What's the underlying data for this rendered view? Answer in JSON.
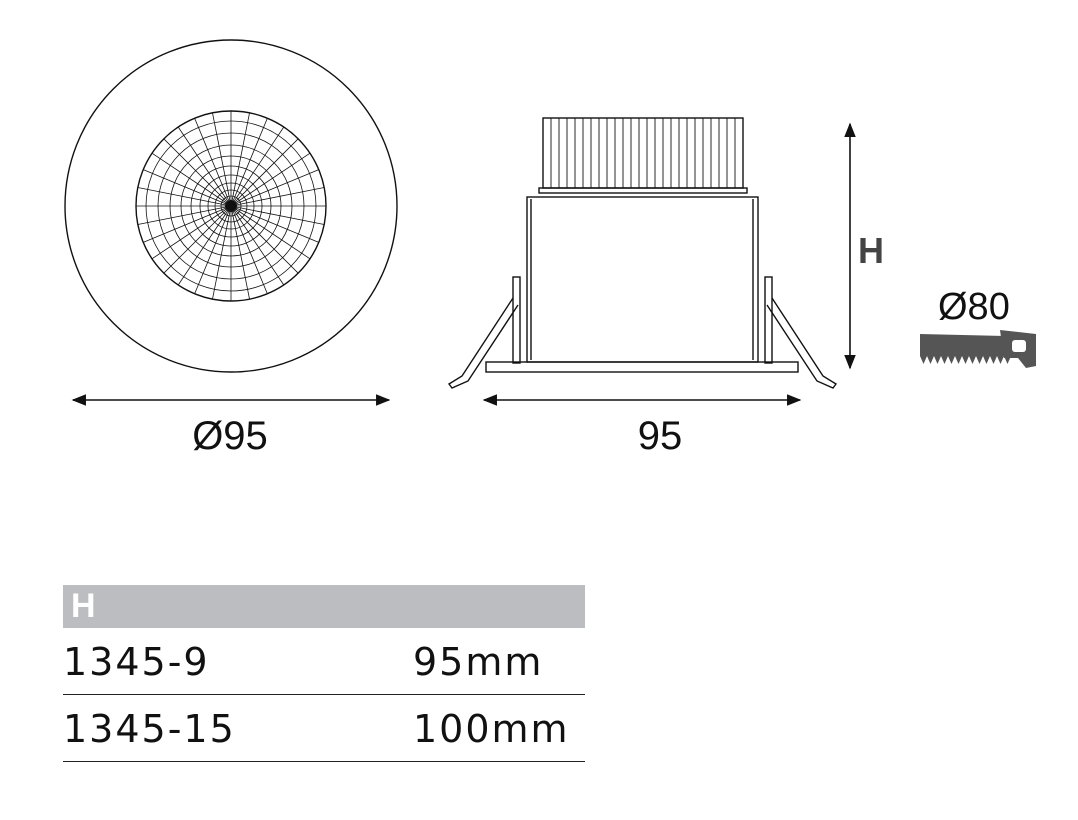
{
  "dimensions": {
    "diameter": "Ø95",
    "width": "95",
    "height": "H",
    "cutout": "Ø80"
  },
  "icons": {
    "cutout_tool": "saw-icon"
  },
  "table": {
    "header": "H",
    "rows": [
      {
        "model": "1345-9",
        "value": "95mm"
      },
      {
        "model": "1345-15",
        "value": "100mm"
      }
    ]
  }
}
